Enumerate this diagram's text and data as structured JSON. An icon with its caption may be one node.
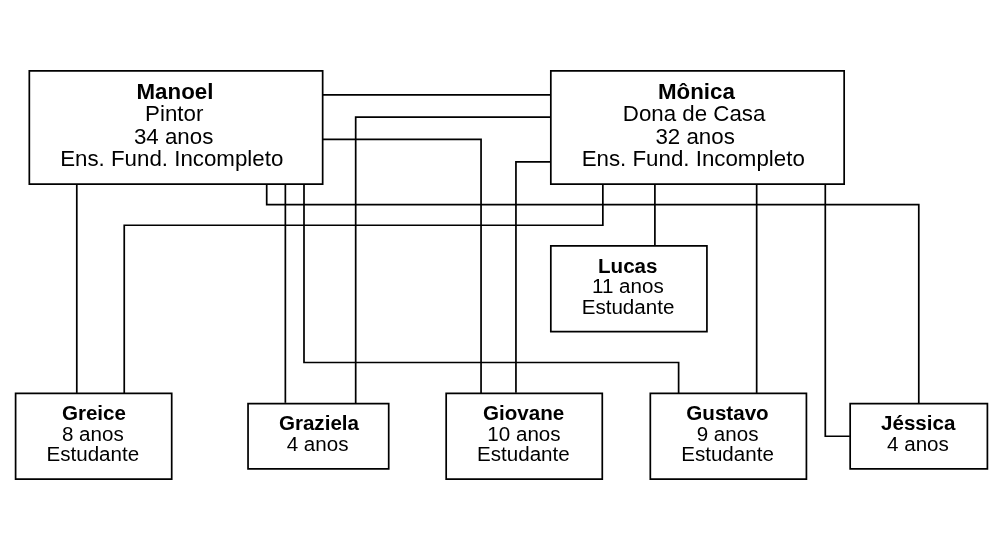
{
  "diagram": {
    "nodes": [
      {
        "text": [
          "Mônica",
          "Dona de Casa",
          "32 anos",
          "Ens. Fund. Incompleto"
        ]
      },
      {
        "text": [
          "Manoel",
          "Pintor",
          "34 anos",
          "Ens. Fund. Incompleto"
        ]
      },
      {
        "text": [
          "Lucas",
          "11 anos",
          "Estudante"
        ]
      },
      {
        "text": [
          "Giovane",
          "10 anos",
          "Estudante"
        ]
      },
      {
        "text": [
          "Gustavo",
          "9 anos",
          "Estudante"
        ]
      },
      {
        "text": [
          "Greice",
          "8 anos",
          "Estudante"
        ]
      },
      {
        "text": [
          "Jéssica",
          "4 anos"
        ]
      },
      {
        "text": [
          "Graziela",
          "4 anos"
        ]
      }
    ],
    "edges": [
      {
        "from": 0,
        "to": 1,
        "arrow": "none"
      },
      {
        "from": 0,
        "to": 2,
        "arrow": "none"
      },
      {
        "from": 0,
        "to": 3,
        "arrow": "none"
      },
      {
        "from": 1,
        "to": 3,
        "arrow": "none"
      },
      {
        "from": 0,
        "to": 4,
        "arrow": "none"
      },
      {
        "from": 1,
        "to": 4,
        "arrow": "none"
      },
      {
        "from": 0,
        "to": 5,
        "arrow": "none"
      },
      {
        "from": 1,
        "to": 5,
        "arrow": "none"
      },
      {
        "from": 0,
        "to": 6,
        "arrow": "none"
      },
      {
        "from": 1,
        "to": 6,
        "arrow": "none"
      },
      {
        "from": 0,
        "to": 7,
        "arrow": "none"
      },
      {
        "from": 1,
        "to": 7,
        "arrow": "none"
      }
    ]
  }
}
